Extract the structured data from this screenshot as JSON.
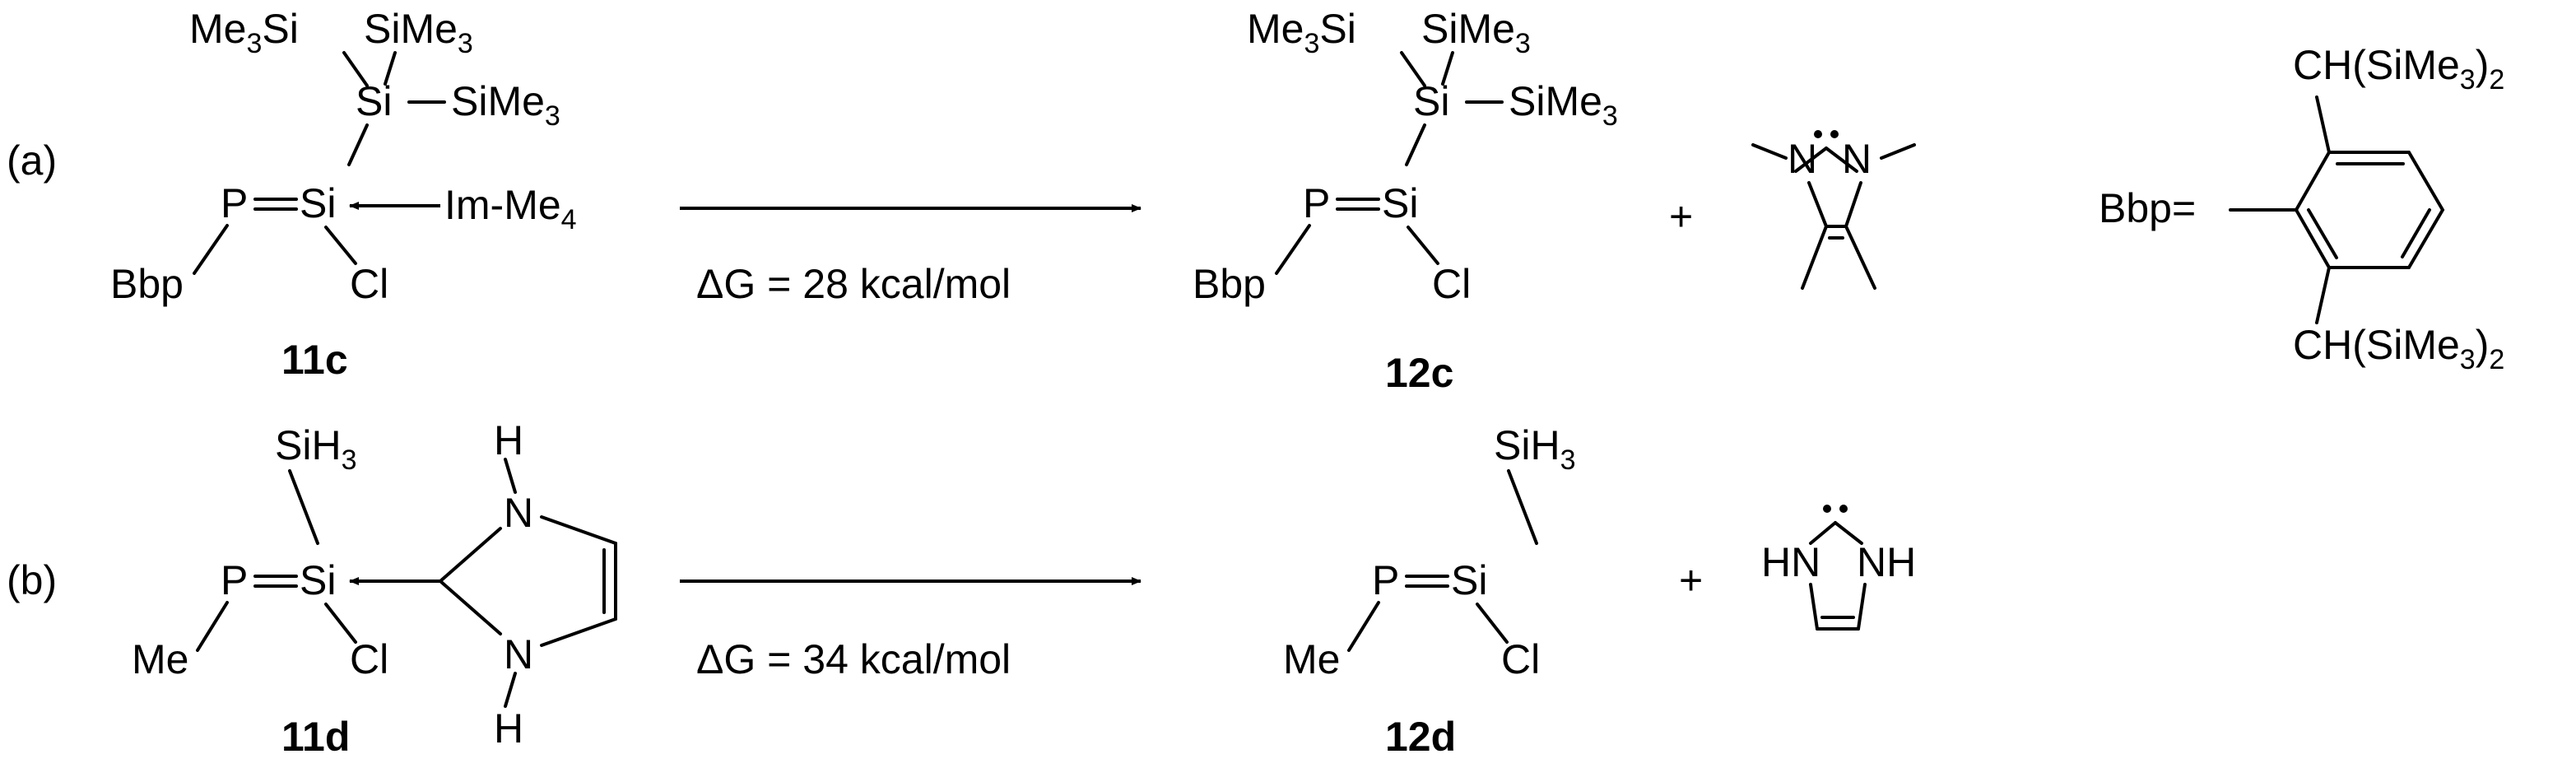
{
  "reaction_a": {
    "tag": "(a)",
    "reactant": {
      "sub_tl": "Me",
      "sub_tl_3": "3",
      "sub_tl_si": "Si",
      "sub_tr": "SiMe",
      "sub_tr_3": "3",
      "si_top": "Si",
      "sub_r": "SiMe",
      "sub_r_3": "3",
      "p": "P",
      "si": "Si",
      "bbp": "Bbp",
      "cl": "Cl",
      "ligand": "Im-Me",
      "ligand_4": "4",
      "id": "11c"
    },
    "conditions": "ΔG = 28 kcal/mol",
    "product": {
      "sub_tl": "Me",
      "sub_tl_3": "3",
      "sub_tl_si": "Si",
      "sub_tr": "SiMe",
      "sub_tr_3": "3",
      "si_top": "Si",
      "sub_r": "SiMe",
      "sub_r_3": "3",
      "p": "P",
      "si": "Si",
      "bbp": "Bbp",
      "cl": "Cl",
      "id": "12c"
    },
    "plus": "+",
    "carbene": {
      "n_left": "N",
      "n_right": "N"
    },
    "bbp_def": {
      "label": "Bbp=",
      "top": "CH(SiMe",
      "top_3": "3",
      "top_close": ")",
      "top_2": "2",
      "bottom": "CH(SiMe",
      "bottom_3": "3",
      "bottom_close": ")",
      "bottom_2": "2"
    }
  },
  "reaction_b": {
    "tag": "(b)",
    "reactant": {
      "sih": "SiH",
      "sih_3": "3",
      "p": "P",
      "si": "Si",
      "me": "Me",
      "cl": "Cl",
      "n_top": "N",
      "h_top": "H",
      "n_bottom": "N",
      "h_bottom": "H",
      "id": "11d"
    },
    "conditions": "ΔG = 34 kcal/mol",
    "product": {
      "sih": "SiH",
      "sih_3": "3",
      "p": "P",
      "si": "Si",
      "me": "Me",
      "cl": "Cl",
      "id": "12d"
    },
    "plus": "+",
    "carbene": {
      "hn_left": "HN",
      "nh_right": "NH"
    }
  }
}
